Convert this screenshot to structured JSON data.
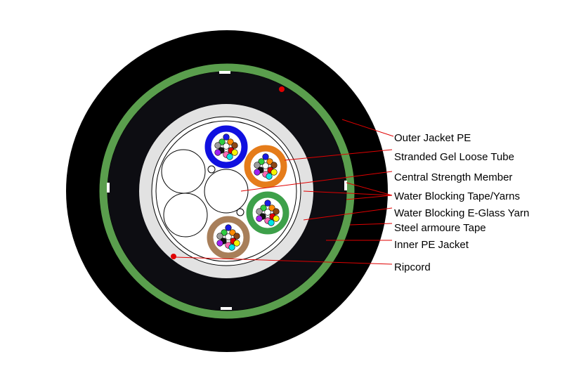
{
  "labels": [
    "Outer Jacket PE",
    "Stranded Gel Loose Tube",
    "Central Strength Member",
    "Water Blocking Tape/Yarns",
    "Water Blocking E-Glass Yarn",
    "Steel armoure Tape",
    "Inner PE Jacket",
    "Ripcord"
  ],
  "colors": {
    "outer_jacket": "#000000",
    "inner_jacket": "#0d0d12",
    "armour": "#5a9e4d",
    "core_ring": "#e2e2e2",
    "core": "#ffffff",
    "leader_line": "#e00000",
    "ripcord": "#e00000",
    "tube_blue": "#1010e0",
    "tube_orange": "#e57c1a",
    "tube_green": "#3da04a",
    "tube_brown": "#a87f5a"
  }
}
